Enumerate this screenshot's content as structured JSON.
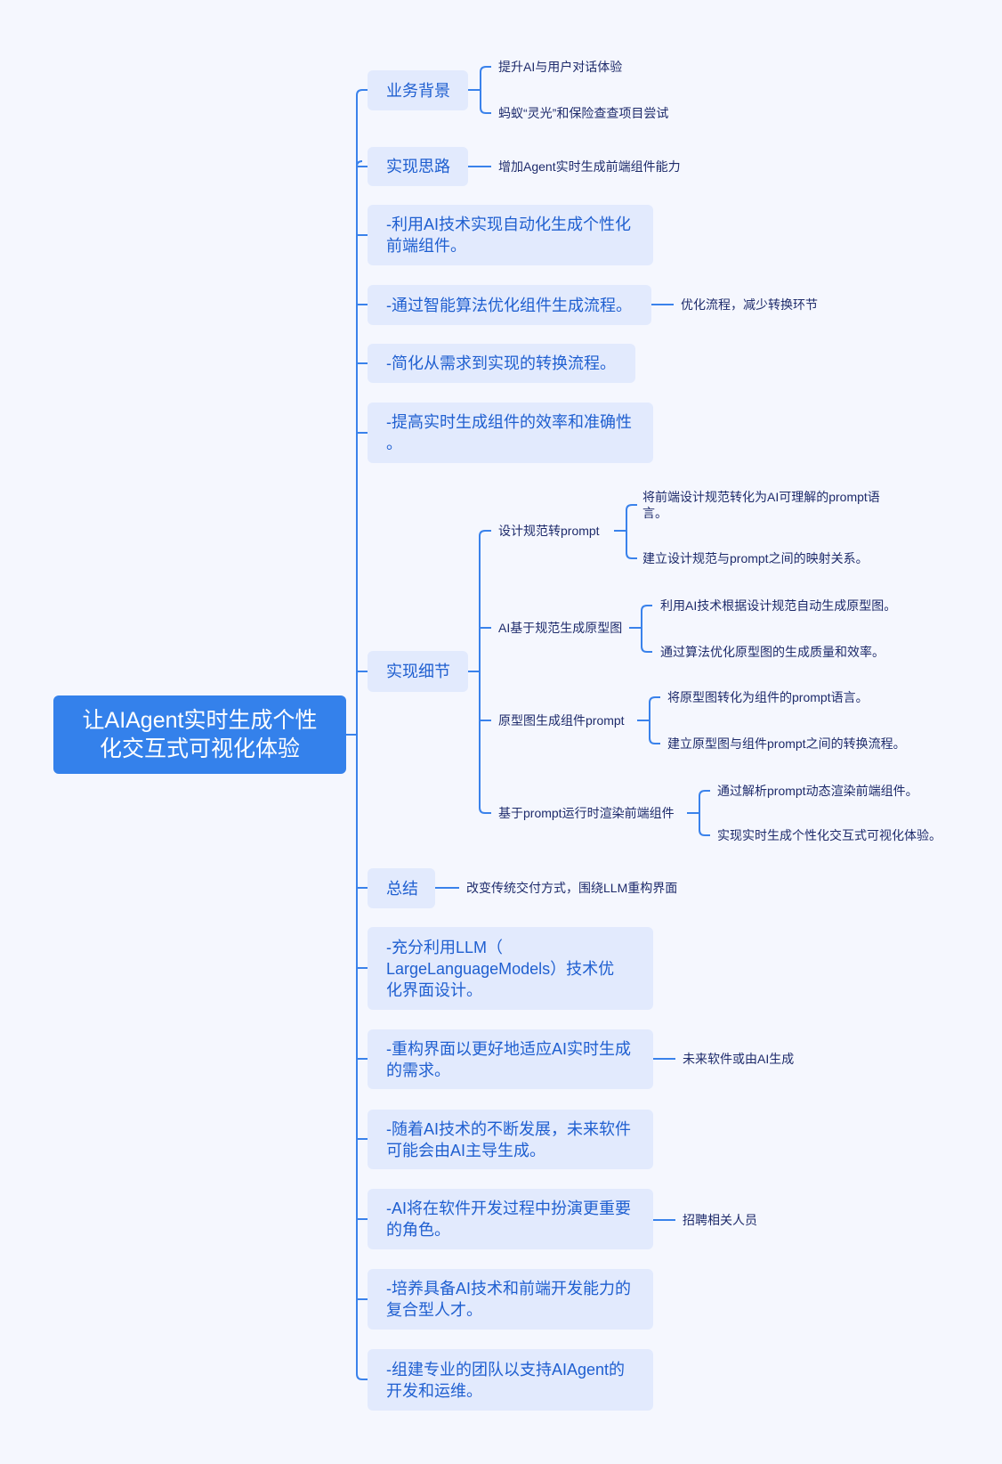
{
  "root": {
    "lines": [
      "让AIAgent实时生成个性",
      "化交互式可视化体验"
    ]
  },
  "branches": [
    {
      "lines": [
        "业务背景"
      ],
      "children": [
        "提升AI与用户对话体验",
        "蚂蚁“灵光”和保险查查项目尝试"
      ]
    },
    {
      "lines": [
        "实现思路"
      ],
      "children": [
        "增加Agent实时生成前端组件能力"
      ]
    },
    {
      "lines": [
        "-利用AI技术实现自动化生成个性化",
        "前端组件。"
      ]
    },
    {
      "lines": [
        "-通过智能算法优化组件生成流程。"
      ],
      "children": [
        "优化流程，减少转换环节"
      ]
    },
    {
      "lines": [
        "-简化从需求到实现的转换流程。"
      ]
    },
    {
      "lines": [
        "-提高实时生成组件的效率和准确性",
        "。"
      ]
    },
    {
      "lines": [
        "实现细节"
      ],
      "sub": [
        {
          "label": "设计规范转prompt",
          "children": [
            [
              "将前端设计规范转化为AI可理解的prompt语",
              "言。"
            ],
            [
              "建立设计规范与prompt之间的映射关系。"
            ]
          ]
        },
        {
          "label": "AI基于规范生成原型图",
          "children": [
            [
              "利用AI技术根据设计规范自动生成原型图。"
            ],
            [
              "通过算法优化原型图的生成质量和效率。"
            ]
          ]
        },
        {
          "label": "原型图生成组件prompt",
          "children": [
            [
              "将原型图转化为组件的prompt语言。"
            ],
            [
              "建立原型图与组件prompt之间的转换流程。"
            ]
          ]
        },
        {
          "label": "基于prompt运行时渲染前端组件",
          "children": [
            [
              "通过解析prompt动态渲染前端组件。"
            ],
            [
              "实现实时生成个性化交互式可视化体验。"
            ]
          ]
        }
      ]
    },
    {
      "lines": [
        "总结"
      ],
      "children": [
        "改变传统交付方式，围绕LLM重构界面"
      ]
    },
    {
      "lines": [
        "-充分利用LLM（",
        "LargeLanguageModels）技术优",
        "化界面设计。"
      ]
    },
    {
      "lines": [
        "-重构界面以更好地适应AI实时生成",
        "的需求。"
      ],
      "children": [
        "未来软件或由AI生成"
      ]
    },
    {
      "lines": [
        "-随着AI技术的不断发展，未来软件",
        "可能会由AI主导生成。"
      ]
    },
    {
      "lines": [
        "-AI将在软件开发过程中扮演更重要",
        "的角色。"
      ],
      "children": [
        "招聘相关人员"
      ]
    },
    {
      "lines": [
        "-培养具备AI技术和前端开发能力的",
        "复合型人才。"
      ]
    },
    {
      "lines": [
        "-组建专业的团队以支持AIAgent的",
        "开发和运维。"
      ]
    }
  ],
  "colors": {
    "root": "#3481eb",
    "box": "#e2eafd",
    "line": "#3a82eb",
    "background": "#f5f7fe"
  }
}
